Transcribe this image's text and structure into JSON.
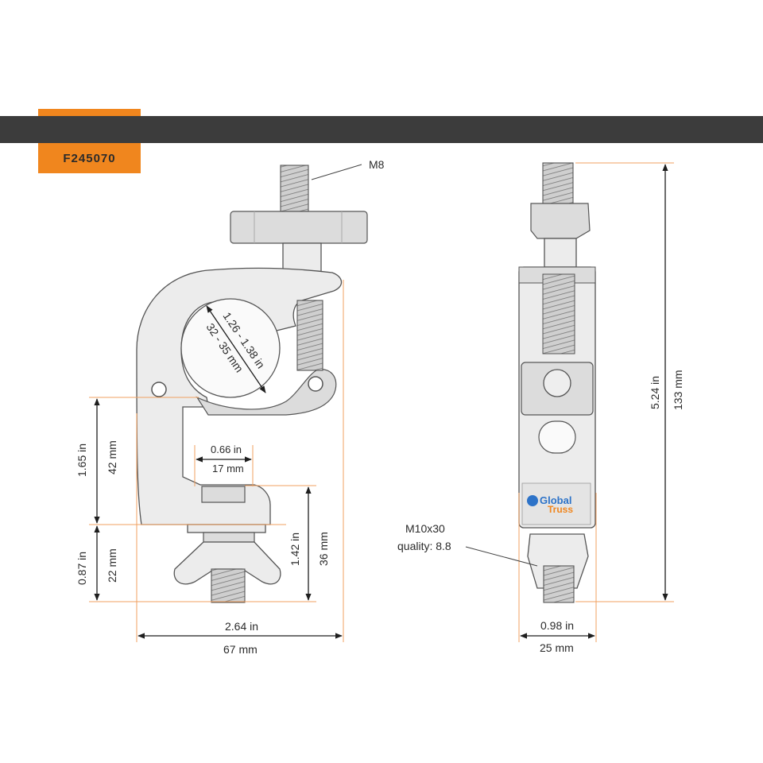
{
  "product_code": "F245070",
  "colors": {
    "accent": "#f0861e",
    "bar": "#3c3c3c",
    "dimension_line": "#1e1e1e",
    "extension_line": "#f0a060"
  },
  "callouts": {
    "thread": "M8",
    "bolt_line1": "M10x30",
    "bolt_line2": "quality: 8.8"
  },
  "logo": {
    "line1": "Global",
    "line2": "Truss"
  },
  "dimensions": {
    "tube_in": "1.26 - 1.38 in",
    "tube_mm": "32 - 35 mm",
    "jaw_in": "0.66 in",
    "jaw_mm": "17 mm",
    "upper_h_in": "1.65 in",
    "upper_h_mm": "42 mm",
    "lower_h_in": "0.87 in",
    "lower_h_mm": "22 mm",
    "base_h_in": "1.42 in",
    "base_h_mm": "36 mm",
    "width_in": "2.64 in",
    "width_mm": "67 mm",
    "total_h_in": "5.24 in",
    "total_h_mm": "133 mm",
    "depth_in": "0.98 in",
    "depth_mm": "25 mm"
  }
}
